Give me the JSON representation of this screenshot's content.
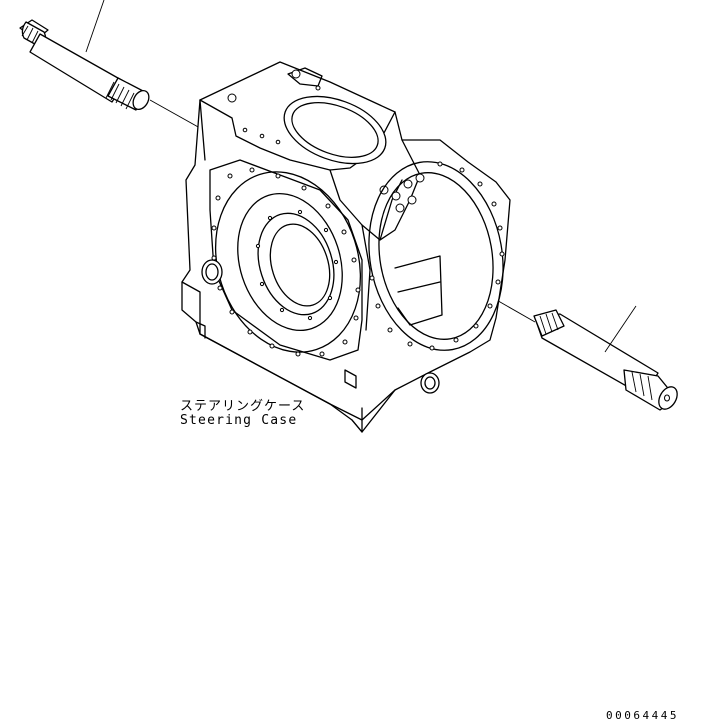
{
  "labels": {
    "part_name_jp": "ステアリングケース",
    "part_name_en": "Steering Case",
    "figure_number": "00064445"
  }
}
